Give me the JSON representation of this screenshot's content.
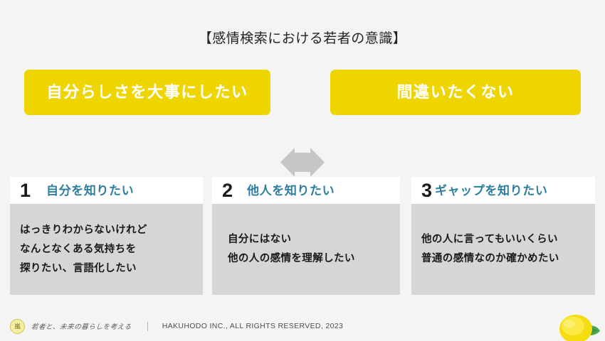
{
  "slide": {
    "title": "【感情検索における若者の意識】",
    "background_color": "#f4f4f2"
  },
  "statements": {
    "accent_color": "#efd500",
    "text_color": "#ffffff",
    "left": {
      "label": "自分らしさを大事にしたい"
    },
    "right": {
      "label": "間違いたくない"
    },
    "connector": {
      "icon": "double-arrow-left-right-icon",
      "color": "#c6c6c6"
    }
  },
  "cards": [
    {
      "number": "1",
      "heading": "自分を知りたい",
      "heading_color": "#2c7f9e",
      "lines": [
        "はっきりわからないけれど",
        "なんとなくある気持ちを",
        "探りたい、言語化したい"
      ]
    },
    {
      "number": "2",
      "heading": "他人を知りたい",
      "heading_color": "#2c7f9e",
      "lines": [
        "自分にはない",
        "他の人の感情を理解したい"
      ]
    },
    {
      "number": "3",
      "heading": "ギャップを知りたい",
      "heading_color": "#2c7f9e",
      "lines": [
        "他の人に言ってもいいくらい",
        "普通の感情なのか確かめたい"
      ]
    }
  ],
  "footer": {
    "logo_glyph": "嵐",
    "logo_tagline": "若者と、未来の暮らしを考える",
    "divider": "|",
    "copyright": "HAKUHODO INC., ALL RIGHTS RESERVED, 2023"
  },
  "decoration": {
    "lemon": {
      "icon": "lemon-icon",
      "body_color": "#f5dd12",
      "leaf_color": "#4ca64c"
    }
  }
}
